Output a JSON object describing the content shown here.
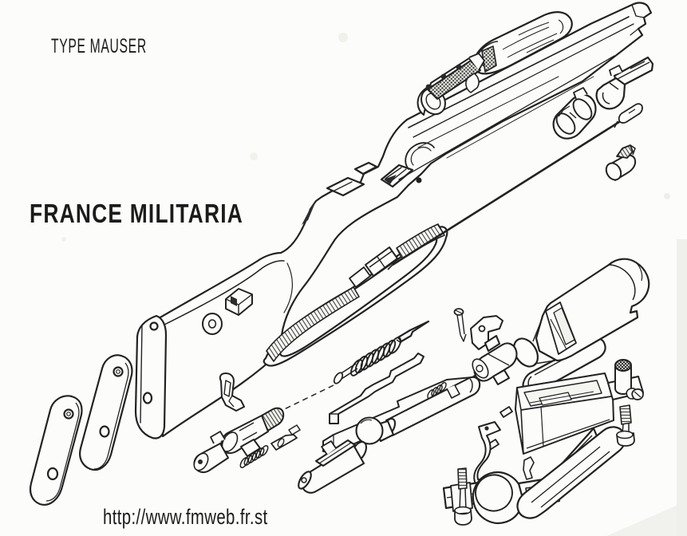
{
  "page": {
    "background": "#fcfcfa",
    "ink": "#1f1f1f",
    "description": "Scanned exploded-parts line drawing of a Mauser-type rifle"
  },
  "header": {
    "type_label": "TYPE MAUSER"
  },
  "brand": {
    "name": "FRANCE MILITARIA"
  },
  "footer": {
    "url": "http://www.fmweb.fr.st"
  },
  "diagram": {
    "title": "Exploded parts diagram of a Mauser-type rifle",
    "parts": [
      "stock",
      "butt-plate-small",
      "butt-plate-large",
      "sling",
      "sling-washer",
      "sling-slot-escutcheon",
      "handguard",
      "rear-sight",
      "nose-cap",
      "upper-band",
      "front-sight",
      "cleaning-rod",
      "firing-pin-and-spring",
      "guide-bar",
      "guide-rail",
      "bolt",
      "bolt-sleeve-group",
      "bolt-stop",
      "sear-group",
      "bolt-head",
      "receiver-and-barrel",
      "magazine-box",
      "magazine-catch",
      "trigger",
      "trigger-guard",
      "floor-plate",
      "guard-screws"
    ]
  }
}
